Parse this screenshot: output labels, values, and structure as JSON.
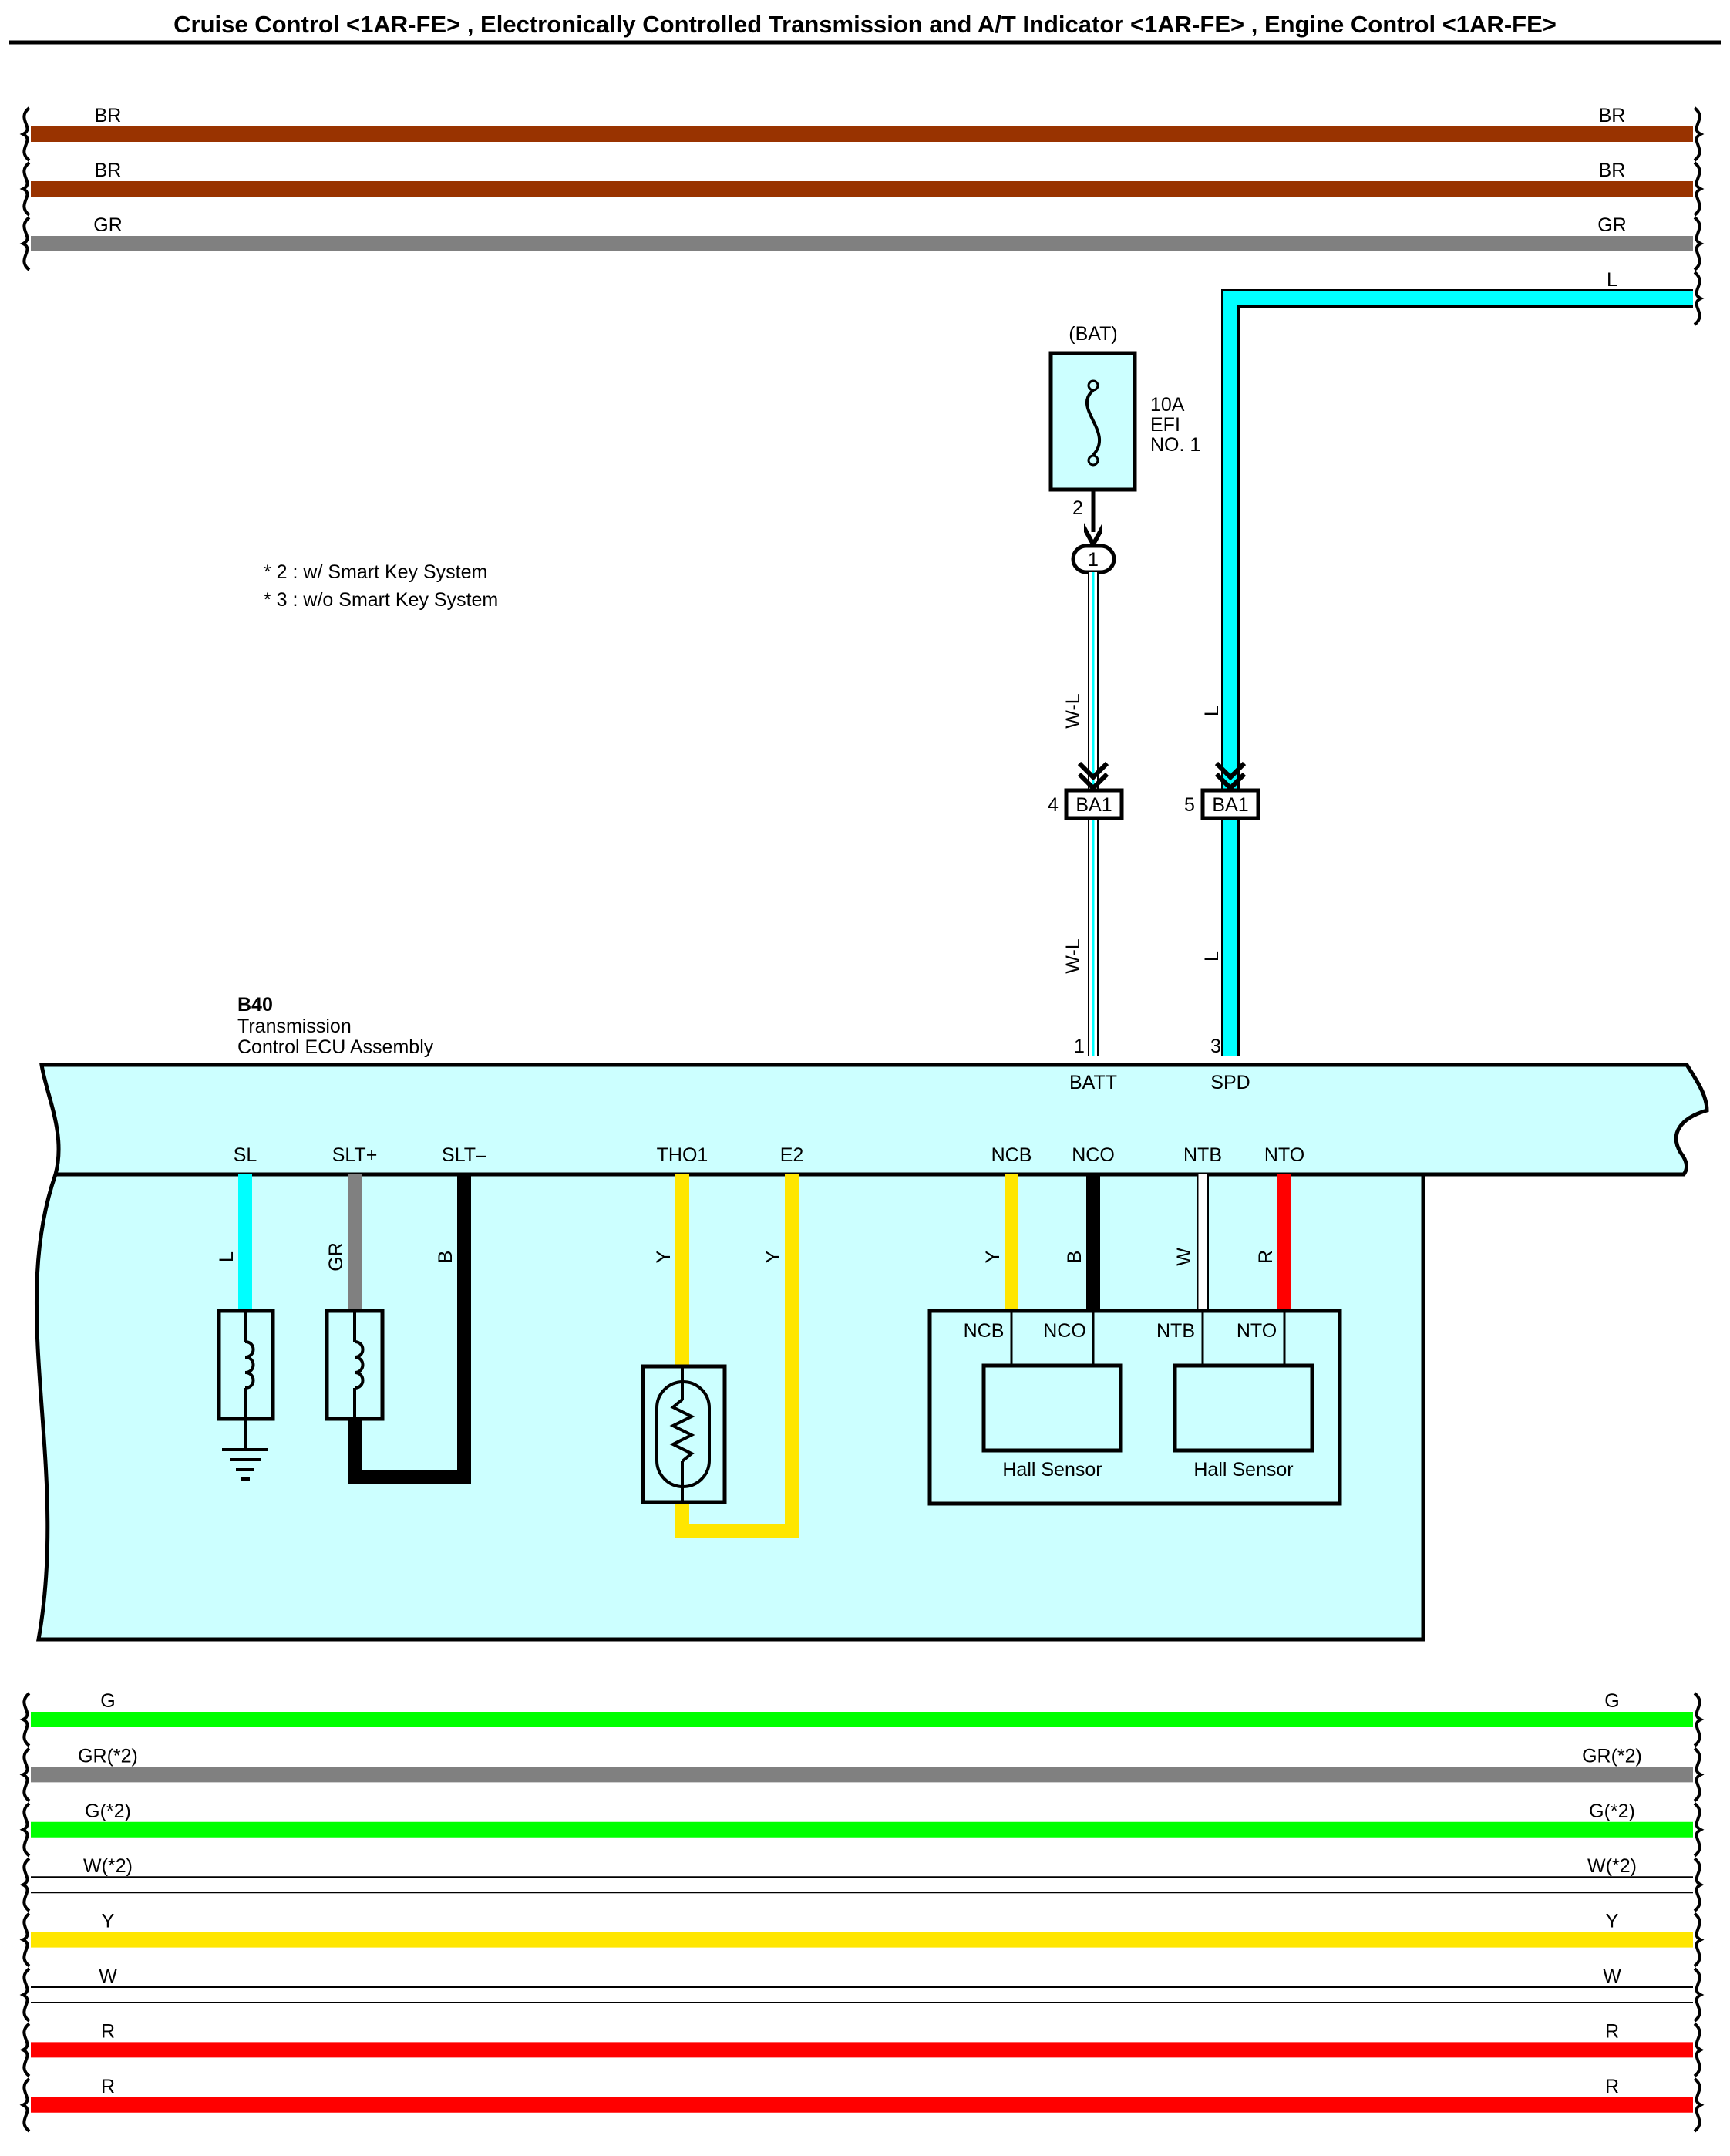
{
  "title": "Cruise Control <1AR-FE> , Electronically Controlled Transmission and A/T Indicator <1AR-FE> , Engine Control <1AR-FE>",
  "colors": {
    "BR": "#993300",
    "GR": "#808080",
    "L": "#00ffff",
    "G": "#00ff00",
    "Y": "#ffe600",
    "W": "#ffffff",
    "R": "#ff0000",
    "B": "#000000",
    "ecu_fill": "#ccffff",
    "fuse_fill": "#ccffff"
  },
  "top_wires": [
    {
      "label_left": "BR",
      "label_right": "BR",
      "color": "BR"
    },
    {
      "label_left": "BR",
      "label_right": "BR",
      "color": "BR"
    },
    {
      "label_left": "GR",
      "label_right": "GR",
      "color": "GR"
    }
  ],
  "bottom_wires": [
    {
      "label_left": "G",
      "label_right": "G",
      "color": "G"
    },
    {
      "label_left": "GR(*2)",
      "label_right": "GR(*2)",
      "color": "GR"
    },
    {
      "label_left": "G(*2)",
      "label_right": "G(*2)",
      "color": "G"
    },
    {
      "label_left": "W(*2)",
      "label_right": "W(*2)",
      "color": "W"
    },
    {
      "label_left": "Y",
      "label_right": "Y",
      "color": "Y"
    },
    {
      "label_left": "W",
      "label_right": "W",
      "color": "W"
    },
    {
      "label_left": "R",
      "label_right": "R",
      "color": "R"
    },
    {
      "label_left": "R",
      "label_right": "R",
      "color": "R"
    }
  ],
  "l_wire": {
    "label_right": "L",
    "label_upper": "L",
    "label_lower": "L"
  },
  "notes": [
    "* 2 : w/ Smart Key System",
    "* 3 : w/o Smart Key System"
  ],
  "fuse": {
    "bat": "(BAT)",
    "amp": "10A",
    "name1": "EFI",
    "name2": "NO. 1",
    "pin": "2",
    "splice": "1"
  },
  "batt_wire": {
    "upper_label": "W-L",
    "lower_label": "W-L"
  },
  "connectors": [
    {
      "pin": "4",
      "name": "BA1"
    },
    {
      "pin": "5",
      "name": "BA1"
    }
  ],
  "ecu": {
    "code": "B40",
    "name1": "Transmission",
    "name2": "Control ECU Assembly",
    "top_pins": [
      {
        "pin": "1",
        "name": "BATT"
      },
      {
        "pin": "3",
        "name": "SPD"
      }
    ],
    "terminals": [
      "SL",
      "SLT+",
      "SLT–",
      "THO1",
      "E2",
      "NCB",
      "NCO",
      "NTB",
      "NTO"
    ],
    "wire_labels": [
      "L",
      "GR",
      "B",
      "Y",
      "Y",
      "Y",
      "B",
      "W",
      "R"
    ],
    "sensor_pins": [
      "NCB",
      "NCO",
      "NTB",
      "NTO"
    ],
    "hall_sensors": [
      "Hall Sensor",
      "Hall Sensor"
    ]
  }
}
